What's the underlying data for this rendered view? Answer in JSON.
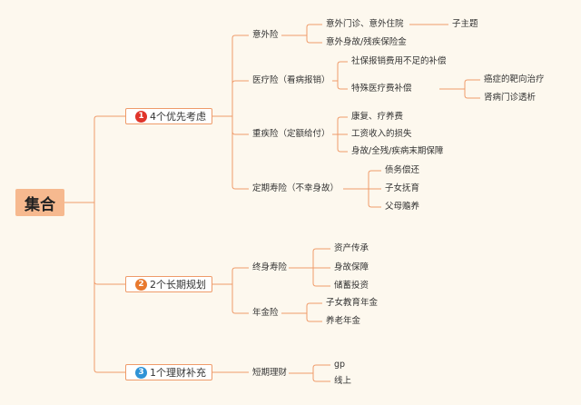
{
  "root": "集合",
  "branches": [
    {
      "badge": "1",
      "badge_color": "#e0352b",
      "label": "4个优先考虑",
      "children": [
        {
          "label": "意外险",
          "children": [
            {
              "label": "意外门诊、意外住院",
              "children": [
                {
                  "label": "子主题"
                }
              ]
            },
            {
              "label": "意外身故/残疾保险金"
            }
          ]
        },
        {
          "label": "医疗险（看病报销）",
          "children": [
            {
              "label": "社保报销费用不足的补偿"
            },
            {
              "label": "特殊医疗费补偿",
              "children": [
                {
                  "label": "癌症的靶向治疗"
                },
                {
                  "label": "肾病门诊透析"
                }
              ]
            }
          ]
        },
        {
          "label": "重疾险（定额给付）",
          "children": [
            {
              "label": "康复、疗养费"
            },
            {
              "label": "工资收入的损失"
            },
            {
              "label": "身故/全残/疾病末期保障"
            }
          ]
        },
        {
          "label": "定期寿险（不幸身故）",
          "children": [
            {
              "label": "债务偿还"
            },
            {
              "label": "子女抚育"
            },
            {
              "label": "父母赡养"
            }
          ]
        }
      ]
    },
    {
      "badge": "2",
      "badge_color": "#e8792f",
      "label": "2个长期规划",
      "children": [
        {
          "label": "终身寿险",
          "children": [
            {
              "label": "资产传承"
            },
            {
              "label": "身故保障"
            },
            {
              "label": "储蓄投资"
            }
          ]
        },
        {
          "label": "年金险",
          "children": [
            {
              "label": "子女教育年金"
            },
            {
              "label": "养老年金"
            }
          ]
        }
      ]
    },
    {
      "badge": "3",
      "badge_color": "#2f93d6",
      "label": "1个理财补充",
      "children": [
        {
          "label": "短期理财",
          "children": [
            {
              "label": "gp"
            },
            {
              "label": "线上"
            }
          ]
        }
      ]
    }
  ],
  "colors": {
    "line": "#ef9b6a",
    "root_fill": "#f6b98f",
    "branch_border": "#ef9b6a",
    "background": "#fdf8ee"
  }
}
